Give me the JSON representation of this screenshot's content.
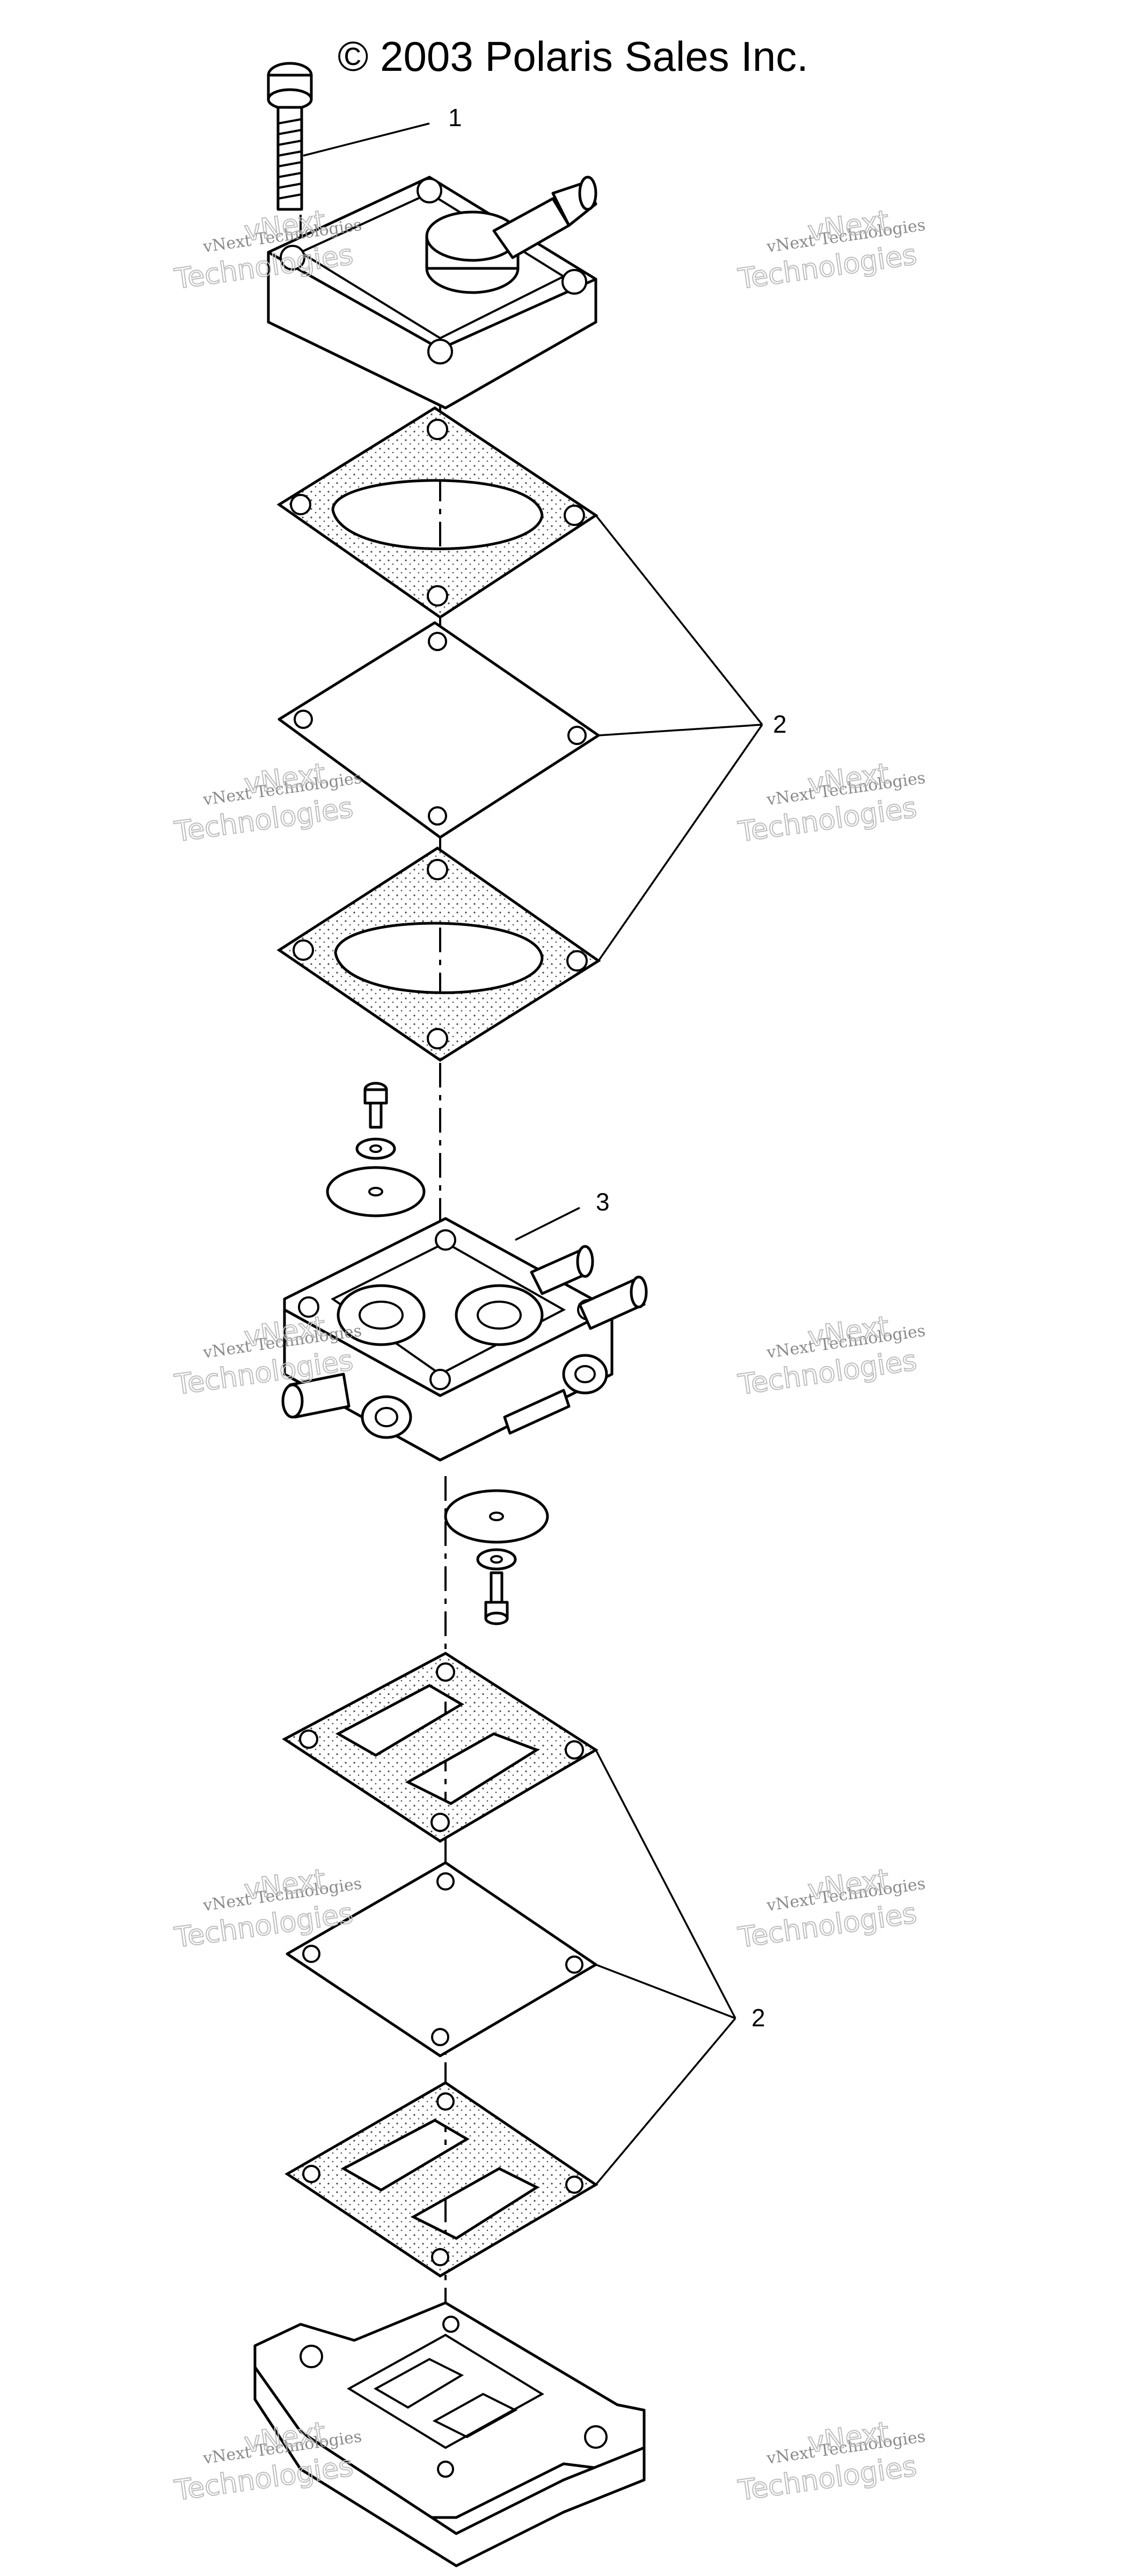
{
  "copyright": "© 2003 Polaris Sales Inc.",
  "callouts": [
    "1",
    "2",
    "3",
    "2"
  ],
  "watermark": {
    "line1": "vNext Technologies",
    "line2": "Technologies",
    "line3": "vNext"
  }
}
